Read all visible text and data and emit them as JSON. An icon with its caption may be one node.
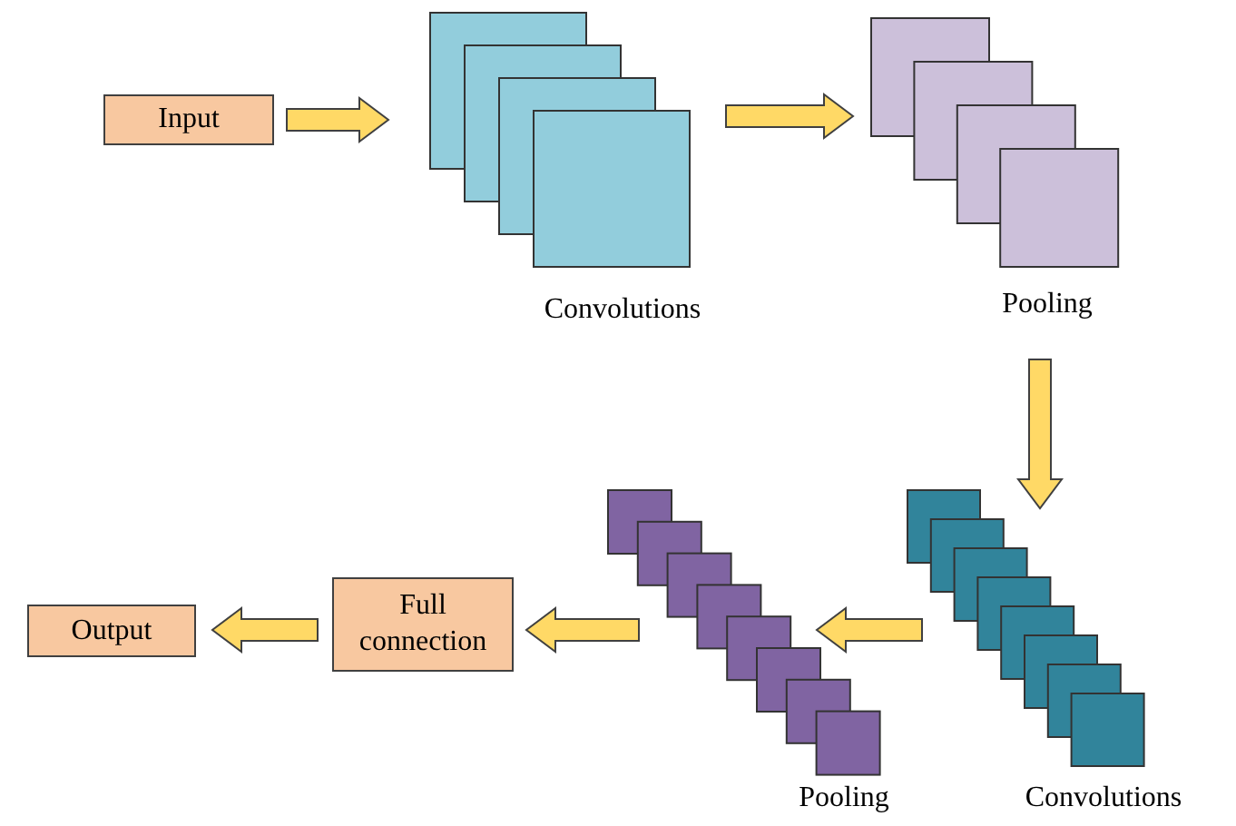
{
  "diagram": {
    "nodes": [
      {
        "text": [
          "Input"
        ]
      },
      {
        "text": [],
        "shape": "box",
        "beside": [
          "Convolutions"
        ]
      },
      {
        "text": [],
        "shape": "box",
        "beside": [
          "Pooling"
        ]
      },
      {
        "text": [],
        "shape": "box",
        "beside": [
          "Convolutions"
        ]
      },
      {
        "text": [],
        "shape": "box",
        "beside": [
          "Pooling"
        ]
      },
      {
        "text": [
          "Full connection"
        ]
      },
      {
        "text": [
          "Output"
        ]
      }
    ],
    "edges": [
      {
        "from": 0,
        "to": 1,
        "arrow": "to"
      },
      {
        "from": 1,
        "to": 2,
        "arrow": "to"
      },
      {
        "from": 2,
        "to": 3,
        "arrow": "to"
      },
      {
        "from": 3,
        "to": 4,
        "arrow": "to"
      },
      {
        "from": 4,
        "to": 5,
        "arrow": "to"
      },
      {
        "from": 5,
        "to": 6,
        "arrow": "to"
      }
    ]
  }
}
